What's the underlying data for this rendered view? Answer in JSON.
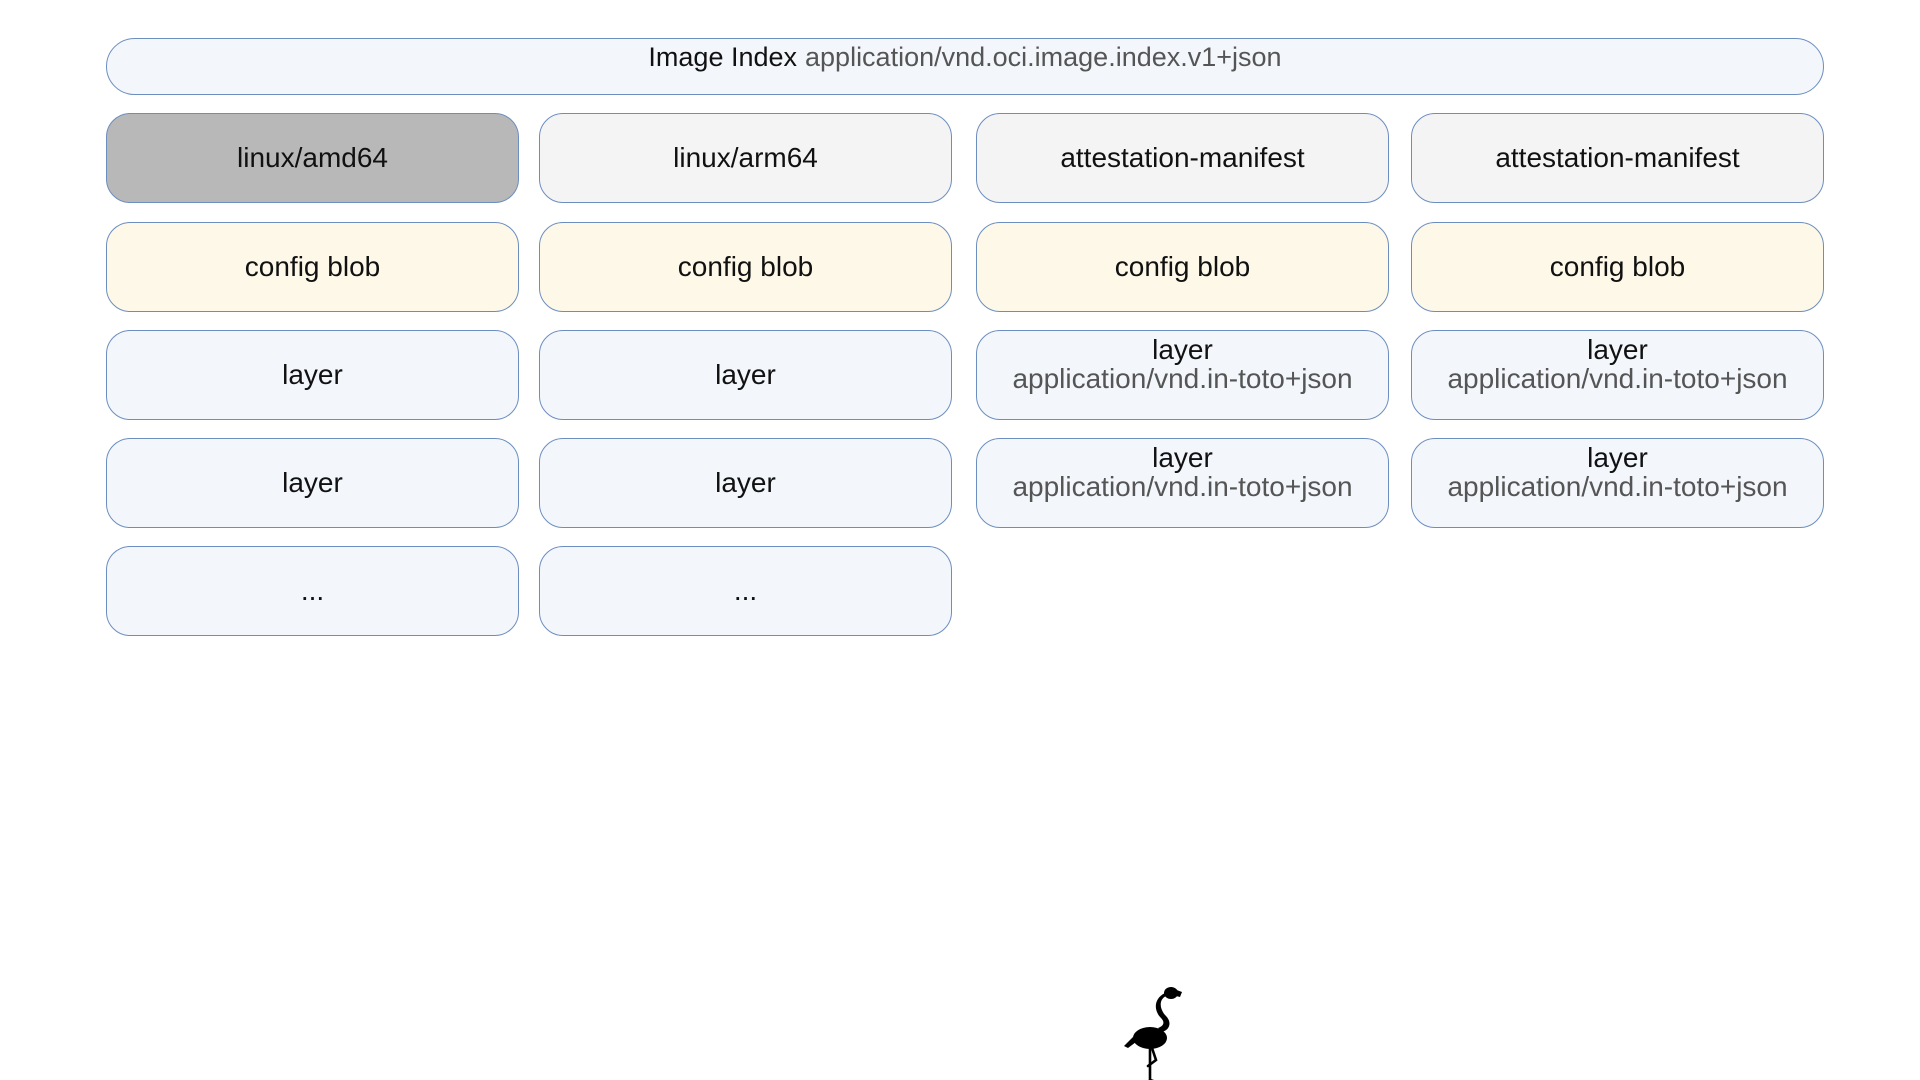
{
  "index": {
    "label": "Image Index",
    "media_type": "application/vnd.oci.image.index.v1+json"
  },
  "columns": [
    {
      "manifest": "linux/amd64",
      "config": "config blob",
      "layers": [
        {
          "label": "layer"
        },
        {
          "label": "layer"
        },
        {
          "label": "..."
        }
      ]
    },
    {
      "manifest": "linux/arm64",
      "config": "config blob",
      "layers": [
        {
          "label": "layer"
        },
        {
          "label": "layer"
        },
        {
          "label": "..."
        }
      ]
    },
    {
      "manifest": "attestation-manifest",
      "config": "config blob",
      "layers": [
        {
          "label": "layer",
          "media_type": "application/vnd.in-toto+json"
        },
        {
          "label": "layer",
          "media_type": "application/vnd.in-toto+json"
        }
      ]
    },
    {
      "manifest": "attestation-manifest",
      "config": "config blob",
      "layers": [
        {
          "label": "layer",
          "media_type": "application/vnd.in-toto+json"
        },
        {
          "label": "layer",
          "media_type": "application/vnd.in-toto+json"
        }
      ]
    }
  ],
  "colors": {
    "border": "#6c8ebf",
    "index_fill": "#f3f7fc",
    "manifest_fill": "#f4f4f4",
    "manifest_selected_fill": "#b8b8b8",
    "config_fill": "#fdf8e8",
    "layer_fill": "#f3f7fc"
  },
  "icons": {
    "logo": "flamingo-icon"
  }
}
